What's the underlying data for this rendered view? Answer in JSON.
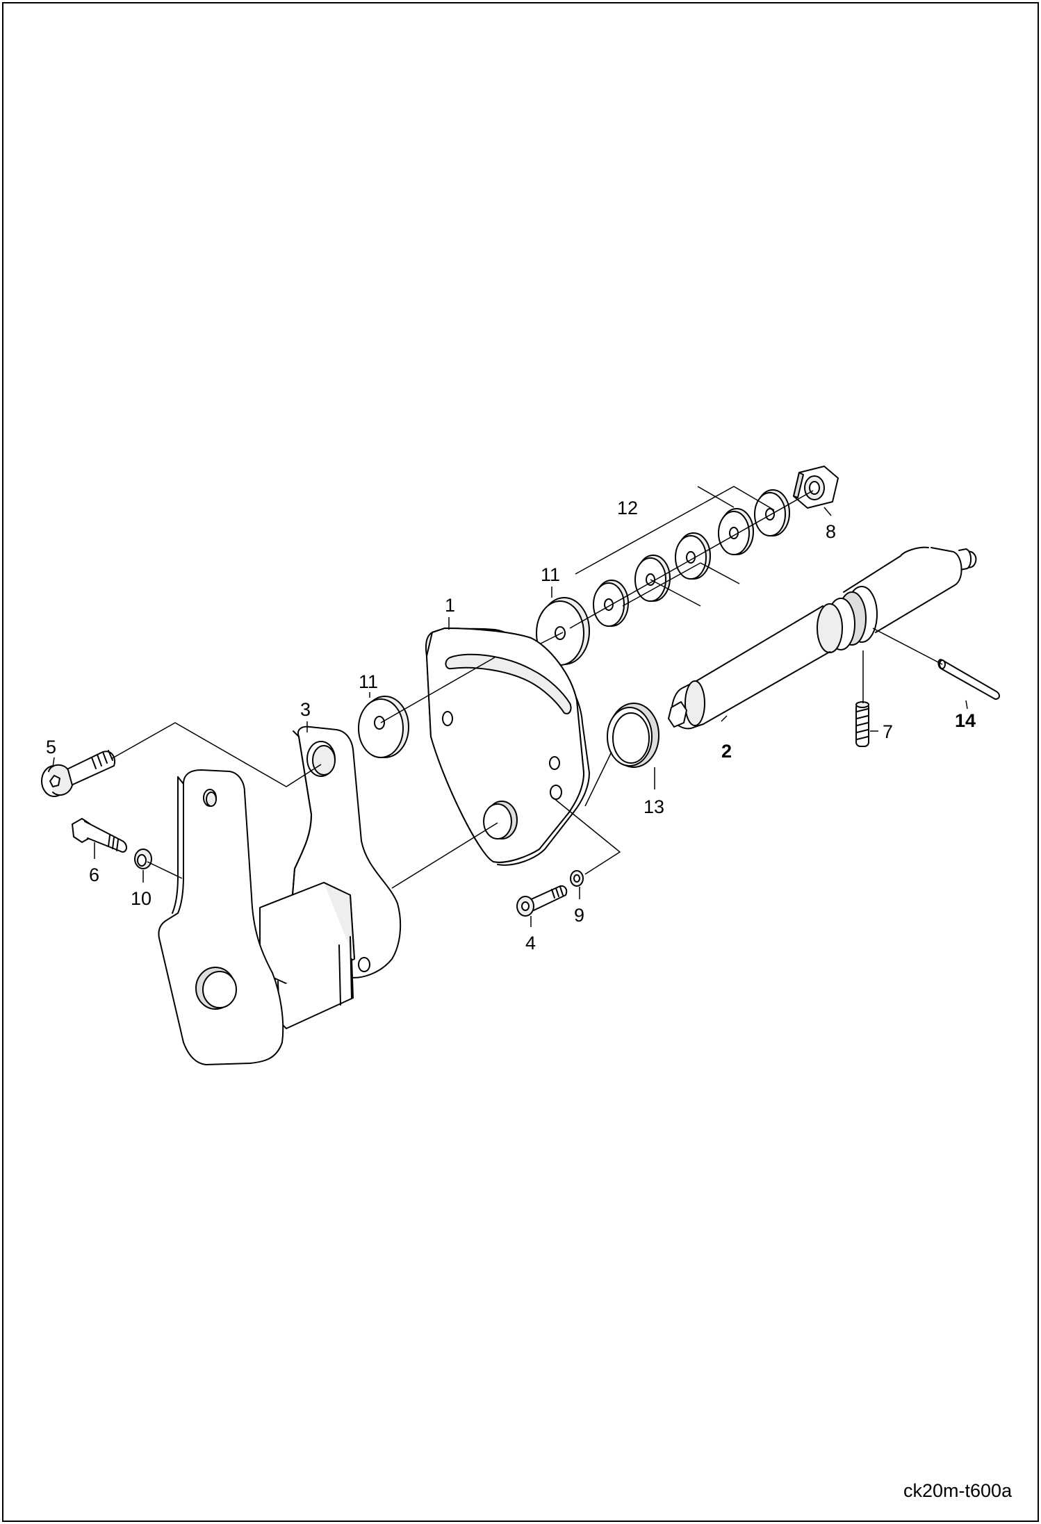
{
  "diagram": {
    "reference_code": "ck20m-t600a",
    "callouts": {
      "c1": "1",
      "c2": "2",
      "c3": "3",
      "c4": "4",
      "c5": "5",
      "c6": "6",
      "c7": "7",
      "c8": "8",
      "c9": "9",
      "c10": "10",
      "c11a": "11",
      "c11b": "11",
      "c12": "12",
      "c13": "13",
      "c14": "14"
    }
  }
}
